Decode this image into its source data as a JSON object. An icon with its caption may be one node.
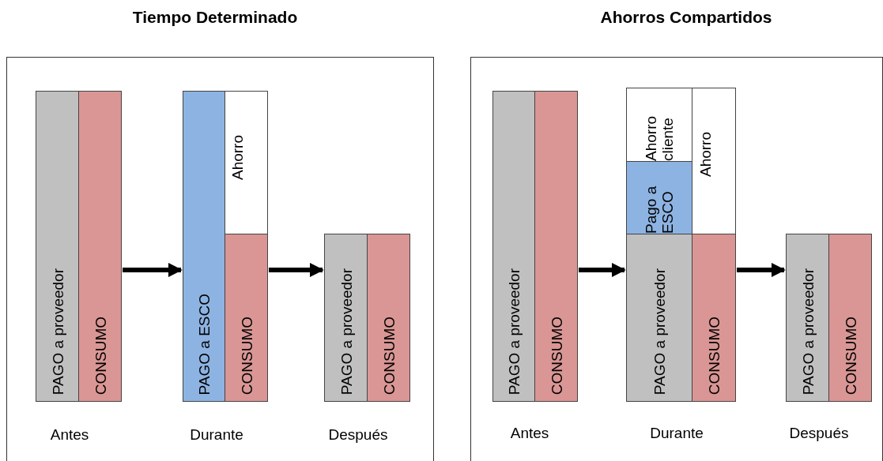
{
  "diagram": {
    "nodes": [
      {
        "text": [
          "Tiempo Determinado"
        ]
      },
      {
        "text": [
          "PAGO a proveedor"
        ],
        "in": 0
      },
      {
        "text": [
          "CONSUMO"
        ],
        "in": 0
      },
      {
        "text": [
          "PAGO a ESCO"
        ],
        "in": 0
      },
      {
        "text": [
          "Ahorro"
        ],
        "in": 0
      },
      {
        "text": [
          "CONSUMO"
        ],
        "in": 0
      },
      {
        "text": [
          "PAGO a proveedor"
        ],
        "in": 0
      },
      {
        "text": [
          "CONSUMO"
        ],
        "in": 0
      },
      {
        "text": [
          "Ahorros Compartidos"
        ]
      },
      {
        "text": [
          "PAGO a proveedor"
        ],
        "in": 8
      },
      {
        "text": [
          "CONSUMO"
        ],
        "in": 8
      },
      {
        "text": [
          "Ahorro cliente"
        ],
        "in": 8
      },
      {
        "text": [
          "Pago a ESCO"
        ],
        "in": 8
      },
      {
        "text": [
          "PAGO a proveedor"
        ],
        "in": 8
      },
      {
        "text": [
          "Ahorro"
        ],
        "in": 8
      },
      {
        "text": [
          "CONSUMO"
        ],
        "in": 8
      },
      {
        "text": [
          "PAGO a proveedor"
        ],
        "in": 8
      },
      {
        "text": [
          "CONSUMO"
        ],
        "in": 8
      }
    ],
    "edges": [
      {
        "from": 2,
        "to": 3,
        "arrow": "to"
      },
      {
        "from": 5,
        "to": 6,
        "arrow": "to"
      },
      {
        "from": 10,
        "to": 13,
        "arrow": "to"
      },
      {
        "from": 15,
        "to": 16,
        "arrow": "to"
      }
    ],
    "labels": [
      "Antes",
      "Durante",
      "Después",
      "Antes",
      "Durante",
      "Después"
    ]
  }
}
